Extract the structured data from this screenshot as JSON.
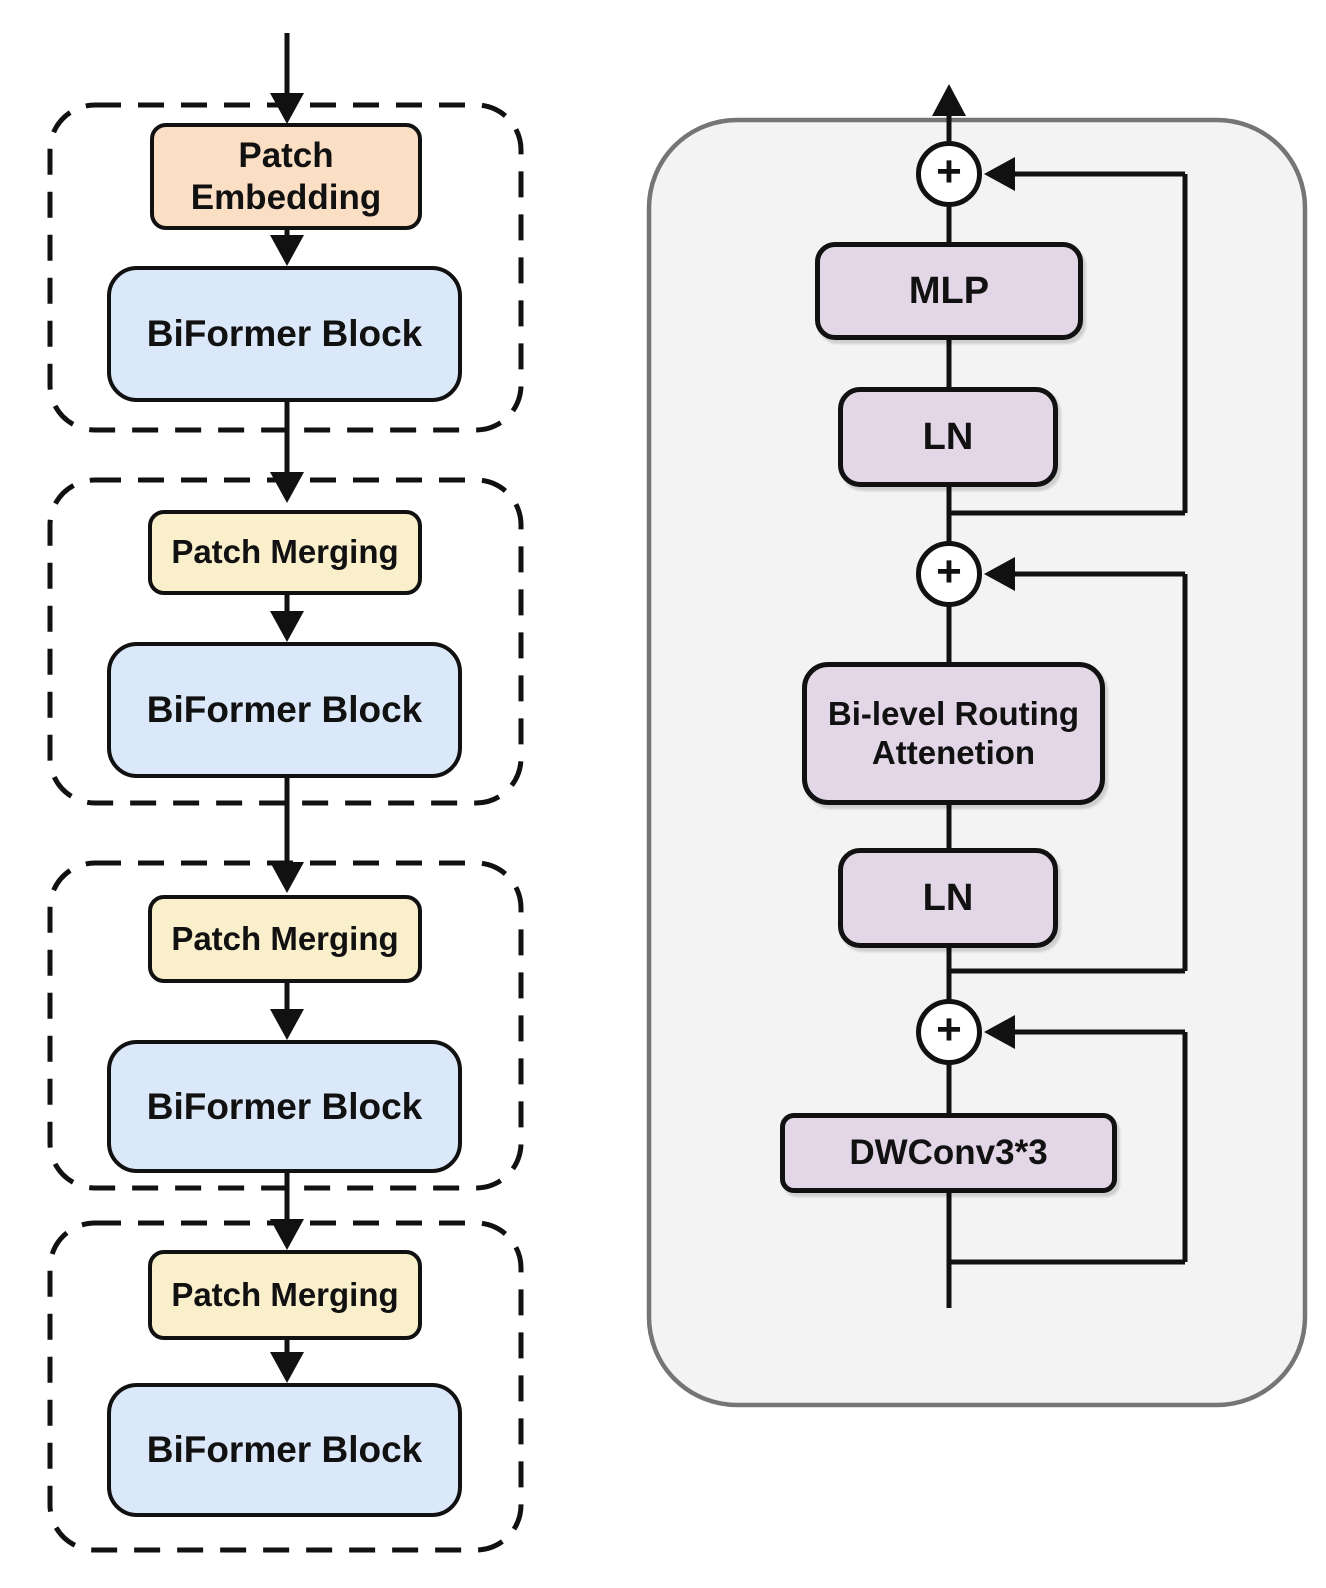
{
  "diagram": {
    "left_pipeline": {
      "stages": [
        {
          "first": "Patch Embedding",
          "second": "BiFormer Block"
        },
        {
          "first": "Patch Merging",
          "second": "BiFormer Block"
        },
        {
          "first": "Patch Merging",
          "second": "BiFormer Block"
        },
        {
          "first": "Patch Merging",
          "second": "BiFormer Block"
        }
      ]
    },
    "block_detail": {
      "plus": "+",
      "mlp": "MLP",
      "ln_upper": "LN",
      "attention": "Bi-level Routing Attenetion",
      "ln_lower": "LN",
      "dwconv": "DWConv3*3"
    },
    "colors": {
      "patch_embedding_fill": "#FBDFC5",
      "patch_merging_fill": "#FAEFCB",
      "biformer_block_fill": "#DBE8F9",
      "detail_box_fill": "#E3D7E7",
      "panel_fill": "#F3F3F3",
      "panel_border": "#757575",
      "line_color": "#111111"
    }
  }
}
